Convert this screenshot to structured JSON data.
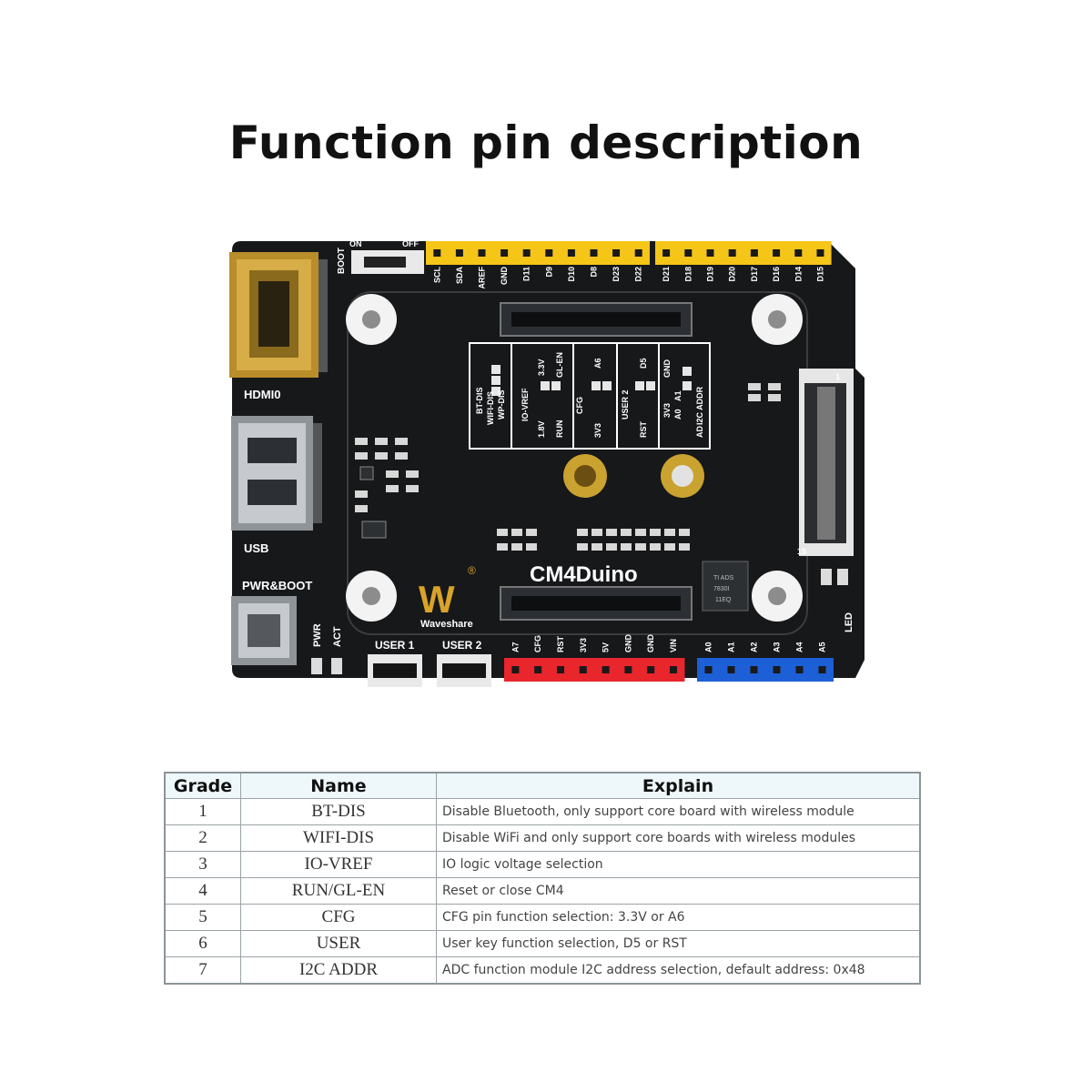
{
  "title": "Function pin description",
  "board": {
    "name": "CM4Duino",
    "brand": "Waveshare",
    "logo_text": "W",
    "registered_mark": "®",
    "ports": {
      "hdmi": "HDMI0",
      "usb": "USB",
      "power": "PWR&BOOT"
    },
    "boot_switch": {
      "label": "BOOT",
      "on": "ON",
      "off": "OFF"
    },
    "leds": [
      "PWR",
      "ACT"
    ],
    "led_label": "LED",
    "buttons": [
      "USER 1",
      "USER 2"
    ],
    "header_top_left": [
      "SCL",
      "SDA",
      "AREF",
      "GND",
      "D11",
      "D9",
      "D10",
      "D8",
      "D23",
      "D22"
    ],
    "header_top_right": [
      "D21",
      "D18",
      "D19",
      "D20",
      "D17",
      "D16",
      "D14",
      "D15"
    ],
    "header_bottom_red": [
      "A7",
      "CFG",
      "RST",
      "3V3",
      "5V",
      "GND",
      "GND",
      "VIN"
    ],
    "header_bottom_blue": [
      "A0",
      "A1",
      "A2",
      "A3",
      "A4",
      "A5"
    ],
    "jumpers": {
      "bt_group": [
        "BT-DIS",
        "WIFI-DIS",
        "WP-DIS"
      ],
      "iovref": {
        "name": "IO-VREF",
        "top": "3.3V",
        "bottom": "1.8V"
      },
      "glen": {
        "top": "GL-EN",
        "bottom": "RUN"
      },
      "cfg": {
        "name": "CFG",
        "top": "A6",
        "bottom": "3V3"
      },
      "user": {
        "name": "USER 2",
        "top": "D5",
        "bottom": "RST"
      },
      "addr": {
        "name": "I2C ADDR",
        "top": "GND",
        "bottom": "3V3",
        "top2": "A1",
        "bottom2": "A0",
        "pre": "AD"
      }
    },
    "chip_text": [
      "TI ADS",
      "7830I",
      "11EQ"
    ],
    "fpc_marks": [
      "1",
      "15"
    ],
    "colors": {
      "pcb": "#16181a",
      "yellow_header": "#f5c518",
      "red_header": "#e8262c",
      "blue_header": "#1d5fd6",
      "gold": "#c9a230"
    }
  },
  "table": {
    "headers": [
      "Grade",
      "Name",
      "Explain"
    ],
    "rows": [
      {
        "grade": "1",
        "name": "BT-DIS",
        "explain": "Disable Bluetooth, only support core board with wireless module"
      },
      {
        "grade": "2",
        "name": "WIFI-DIS",
        "explain": "Disable WiFi and only support core boards with wireless modules"
      },
      {
        "grade": "3",
        "name": "IO-VREF",
        "explain": "IO logic voltage selection"
      },
      {
        "grade": "4",
        "name": "RUN/GL-EN",
        "explain": "Reset or close CM4"
      },
      {
        "grade": "5",
        "name": "CFG",
        "explain": "CFG pin function selection: 3.3V or A6"
      },
      {
        "grade": "6",
        "name": "USER",
        "explain": "User key function selection, D5 or RST"
      },
      {
        "grade": "7",
        "name": "I2C ADDR",
        "explain": "ADC function module I2C address selection, default address: 0x48"
      }
    ]
  }
}
